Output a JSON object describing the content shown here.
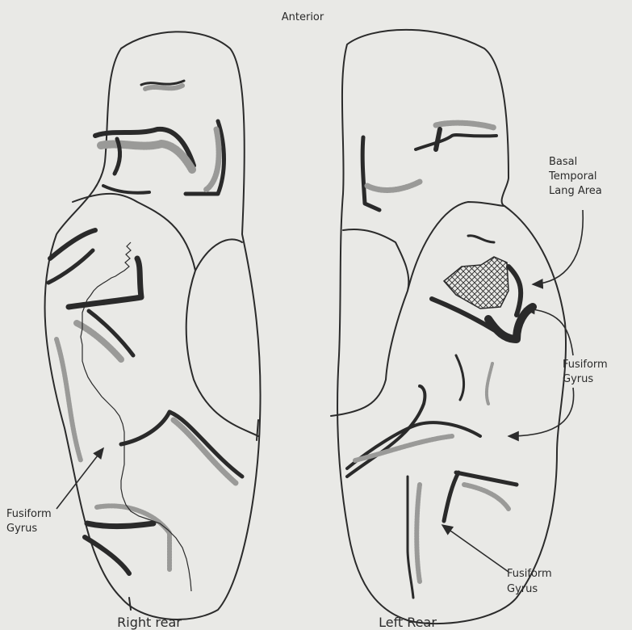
{
  "labels": {
    "anterior": "Anterior",
    "basal_line1": "Basal",
    "basal_line2": "Temporal",
    "basal_line3": "Lang Area",
    "fusiform_right_line1": "Fusiform",
    "fusiform_right_line2": "Gyrus",
    "fusiform_mid_line1": "Fusiform",
    "fusiform_mid_line2": "Gyrus",
    "fusiform_bottom_line1": "Fusiform",
    "fusiform_bottom_line2": "Gyrus",
    "right_caption": "Right rear",
    "left_caption": "Left Rear"
  },
  "colors": {
    "background": "#e9e9e6",
    "ink": "#2b2b2b",
    "shade": "#9a9a98"
  }
}
